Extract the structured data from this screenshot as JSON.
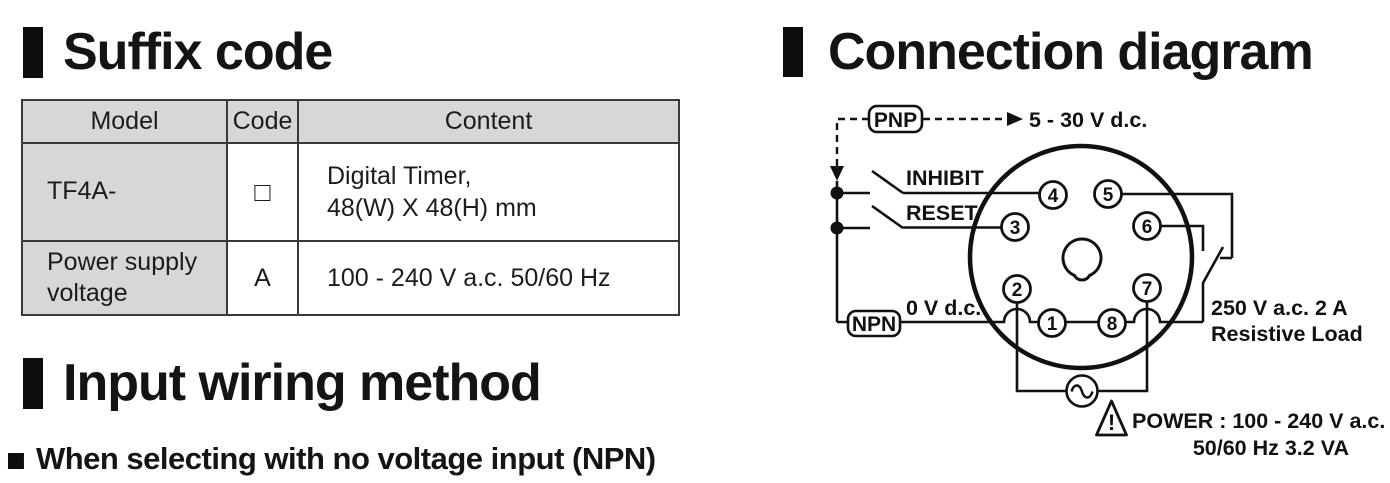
{
  "suffix_section": {
    "title": "Suffix code",
    "table": {
      "headers": [
        "Model",
        "Code",
        "Content"
      ],
      "rows": [
        {
          "model": "TF4A-",
          "code": "□",
          "content": [
            "Digital Timer,",
            "48(W) X 48(H) mm"
          ]
        },
        {
          "model": "Power supply voltage",
          "code": "A",
          "content": [
            "100 - 240 V a.c. 50/60 Hz"
          ]
        }
      ]
    }
  },
  "wiring_section": {
    "title": "Input wiring method",
    "bullet": "■",
    "subtitle": "When selecting with no voltage input (NPN)"
  },
  "connection_section": {
    "title": "Connection diagram",
    "labels": {
      "pnp": "PNP",
      "npn": "NPN",
      "pnp_voltage": "5 - 30 V d.c.",
      "inhibit": "INHIBIT",
      "reset": "RESET",
      "zero_v": "0 V d.c.",
      "load_line1": "250 V a.c. 2 A",
      "load_line2": "Resistive Load",
      "power_line1": "POWER : 100 - 240 V a.c.",
      "power_line2": "50/60 Hz 3.2 VA",
      "warning_mark": "!"
    },
    "pins": [
      "1",
      "2",
      "3",
      "4",
      "5",
      "6",
      "7",
      "8"
    ]
  },
  "colors": {
    "table_header_bg": "#d7d7d7",
    "ink": "#111111"
  }
}
